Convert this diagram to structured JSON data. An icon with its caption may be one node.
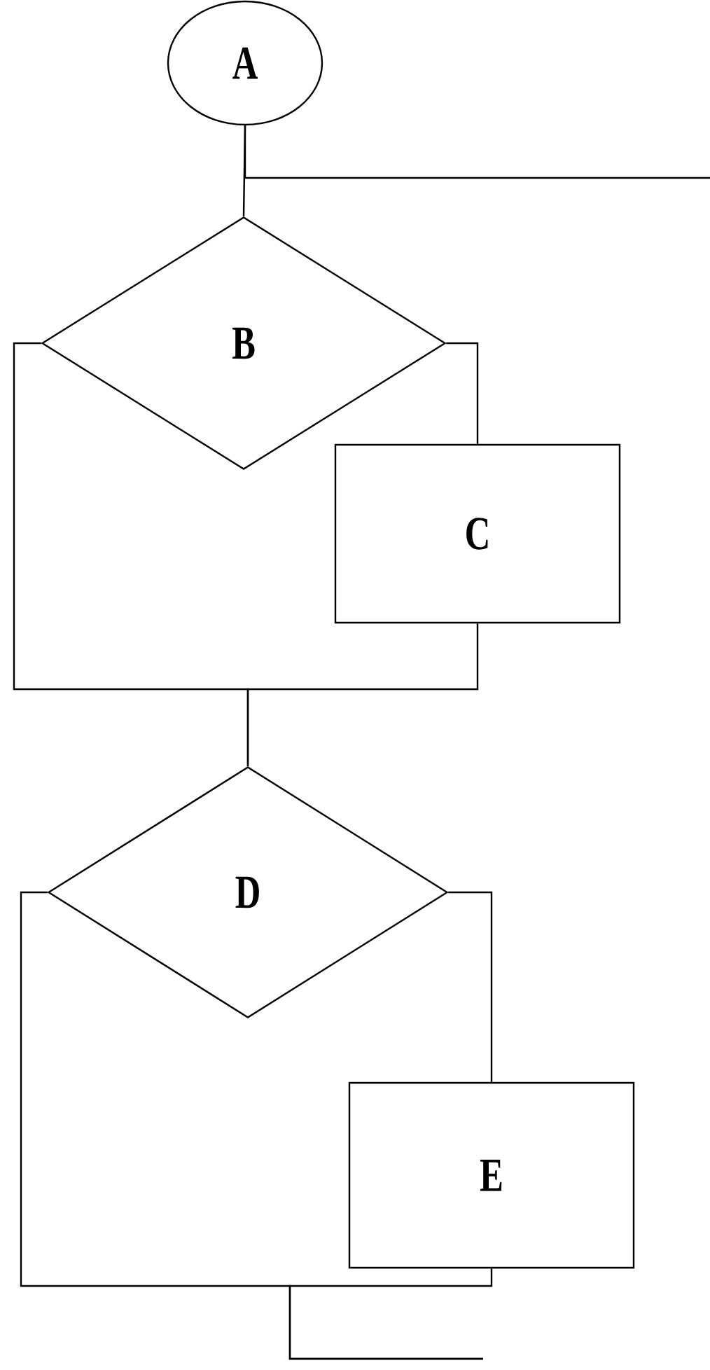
{
  "diagram": {
    "nodes": [
      {
        "text": [
          "A"
        ]
      },
      {
        "text": [
          "B"
        ]
      },
      {
        "text": [
          "C"
        ]
      },
      {
        "text": [
          "D"
        ]
      },
      {
        "text": [
          "E"
        ]
      }
    ],
    "edges": [
      {
        "from": 0,
        "to": 1,
        "arrow": "none"
      },
      {
        "from": 0,
        "to": null,
        "arrow": "none"
      },
      {
        "from": 1,
        "to": 2,
        "arrow": "none"
      },
      {
        "from": 1,
        "to": 3,
        "arrow": "none"
      },
      {
        "from": 2,
        "to": 3,
        "arrow": "none"
      },
      {
        "from": 3,
        "to": 4,
        "arrow": "none"
      },
      {
        "from": 3,
        "to": null,
        "arrow": "none"
      },
      {
        "from": 4,
        "to": null,
        "arrow": "none"
      }
    ]
  }
}
